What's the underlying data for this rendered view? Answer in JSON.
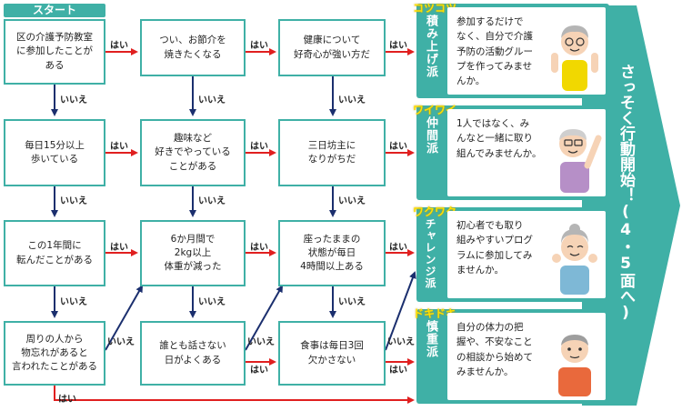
{
  "start_label": "スタート",
  "nodes": {
    "q1": "区の介護予防教室\nに参加したことが\nある",
    "q2": "つい、お節介を\n焼きたくなる",
    "q3": "健康について\n好奇心が強い方だ",
    "q4": "毎日15分以上\n歩いている",
    "q5": "趣味など\n好きでやっている\nことがある",
    "q6": "三日坊主に\nなりがちだ",
    "q7": "この1年間に\n転んだことがある",
    "q8": "6か月間で\n2kg以上\n体重が減った",
    "q9": "座ったままの\n状態が毎日\n4時間以上ある",
    "q10": "周りの人から\n物忘れがあると\n言われたことがある",
    "q11": "誰とも話さない\n日がよくある",
    "q12": "食事は毎日3回\n欠かさない"
  },
  "edge_labels": {
    "yes": "はい",
    "no": "いいえ"
  },
  "types": [
    {
      "onomatopoeia": "コツコツ",
      "name": "積み上げ派",
      "message": "参加するだけで\nなく、自分で介護\n予防の活動グルー\nプを作ってみませ\nんか。",
      "color": "#f1d800"
    },
    {
      "onomatopoeia": "ワイワイ",
      "name": "仲間派",
      "message": "1人ではなく、み\nんなと一緒に取り\n組んでみませんか。",
      "color": "#b68fc7"
    },
    {
      "onomatopoeia": "ワクワク",
      "name": "チャレンジ派",
      "message": "初心者でも取り\n組みやすいプログ\nラムに参加してみ\nませんか。",
      "color": "#7eb8d6"
    },
    {
      "onomatopoeia": "ドキドキ",
      "name": "慎重派",
      "message": "自分の体力の把\n握や、不安なこと\nの相談から始めて\nみませんか。",
      "color": "#e9693c"
    }
  ],
  "action": "さっそく行動開始！(4・5面へ)",
  "colors": {
    "teal": "#3fb0a6",
    "yes_arrow": "#e01f1f",
    "no_arrow": "#1b2f6e",
    "big_arrow": "#3fb0a6"
  }
}
